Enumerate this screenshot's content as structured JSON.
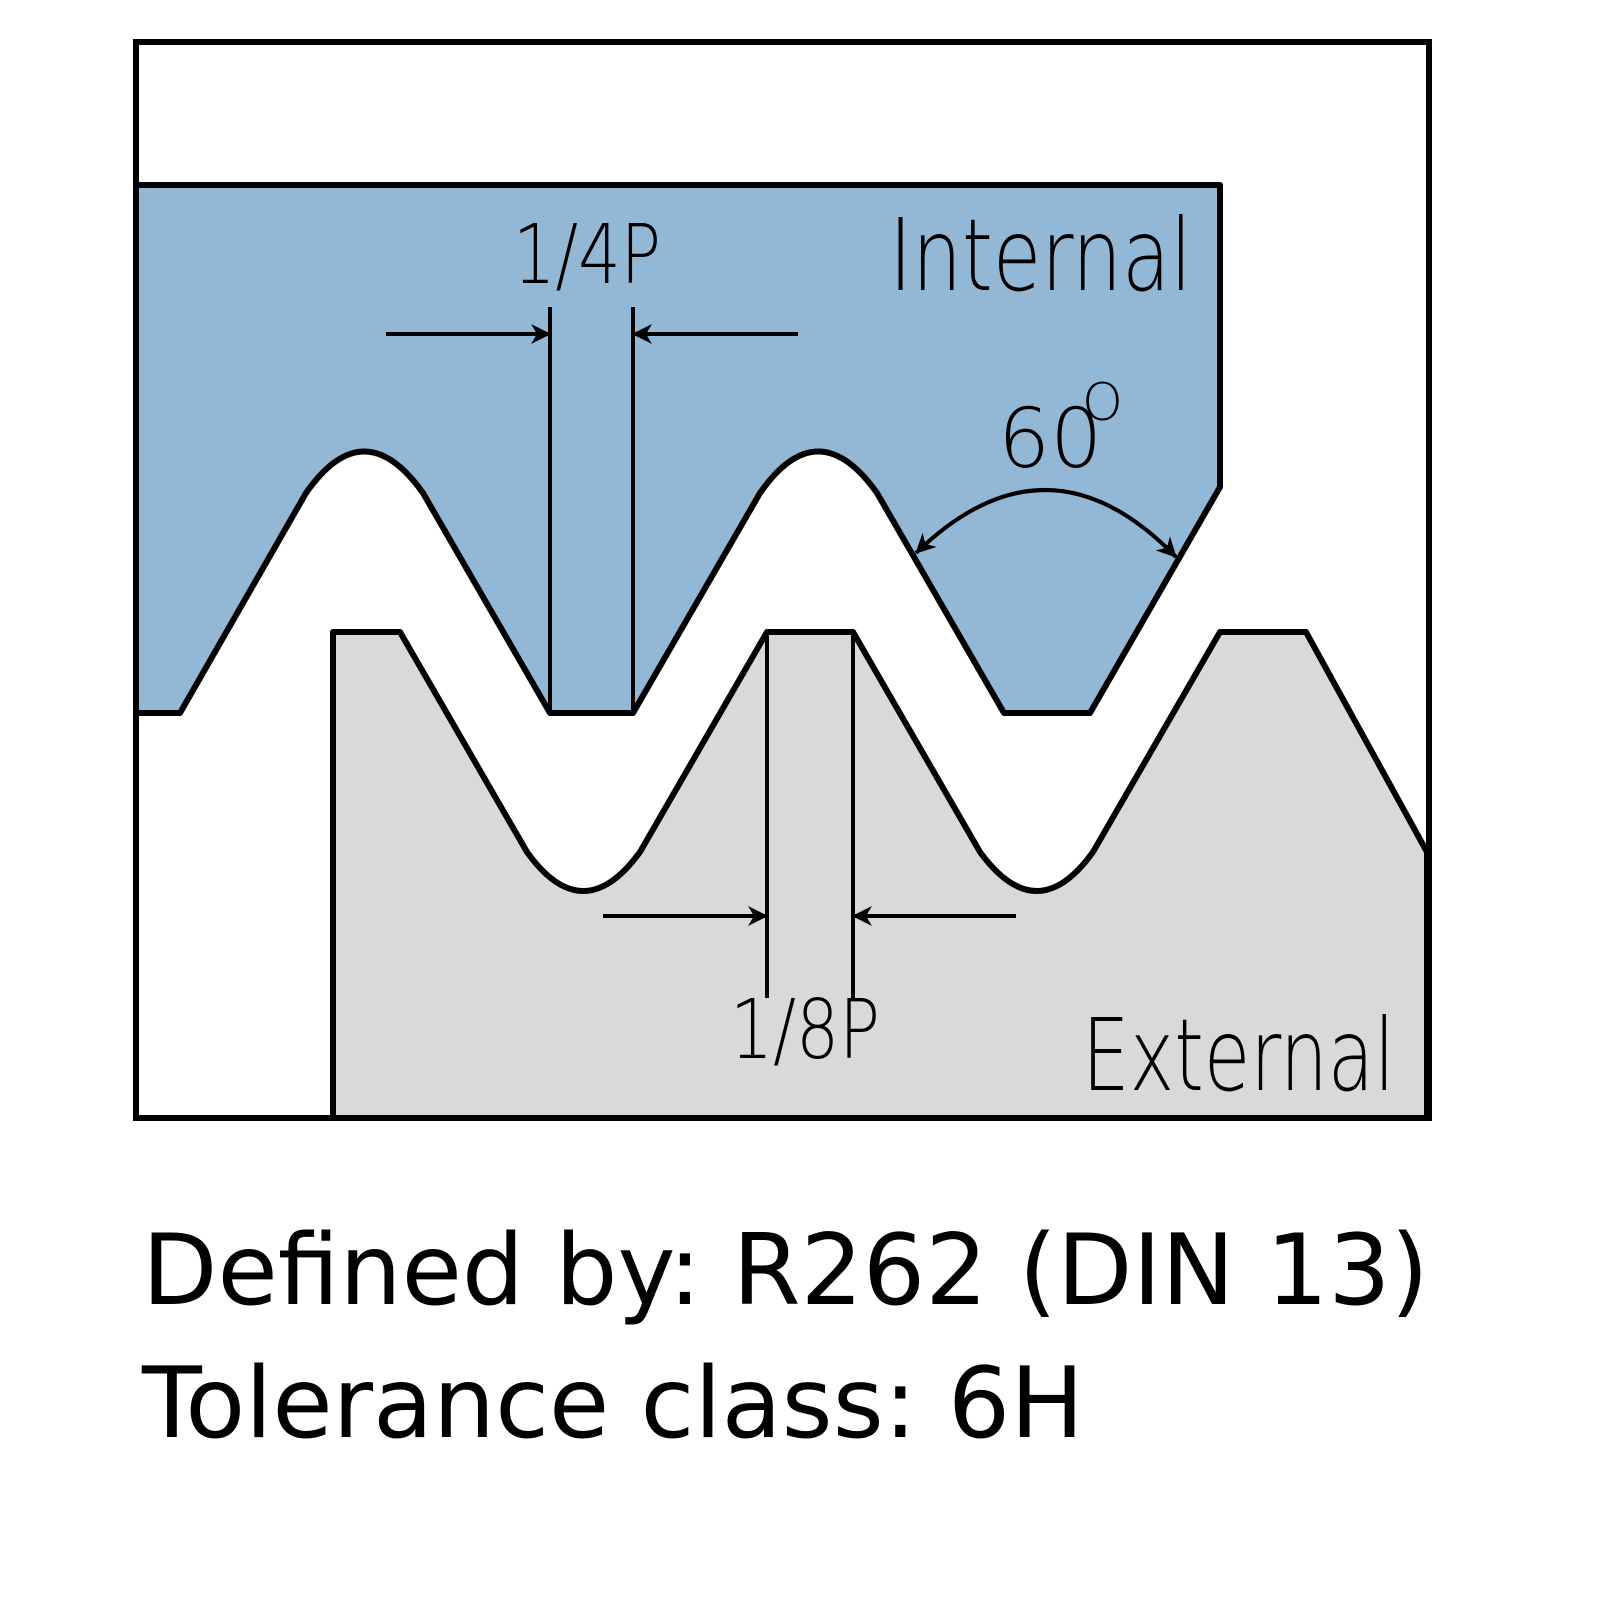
{
  "labels": {
    "internal": "Internal",
    "external": "External",
    "crest_width": "1/4P",
    "root_width": "1/8P",
    "angle_value": "60",
    "angle_unit": "O"
  },
  "caption": {
    "line1": "Defined by: R262 (DIN 13)",
    "line2": "Tolerance class: 6H"
  },
  "colors": {
    "internal_fill": "#93b8d6",
    "external_fill": "#d8d9db",
    "outline": "#000000"
  }
}
